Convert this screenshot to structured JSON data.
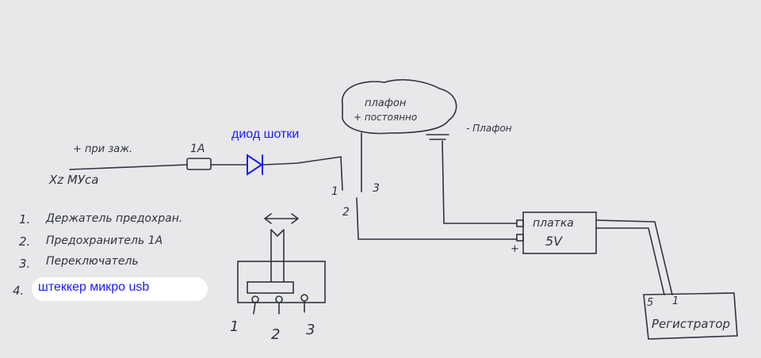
{
  "diagram": {
    "diode_label": "диод шотки",
    "fuse_rating": "1A",
    "plus_ignition": "+ при заж.",
    "source_label": "Xz МУса",
    "lamp_label_line1": "плафон",
    "lamp_label_line2": "+ постоянно",
    "minus_lamp": "- Плафон",
    "board_line1": "платка",
    "board_line2": "5V",
    "board_plus": "+",
    "switch_pins": [
      "1",
      "2",
      "3"
    ],
    "recorder_label": "Регистратор",
    "recorder_pin_left": "5",
    "recorder_pin_right": "1",
    "legend": [
      {
        "num": "1.",
        "text": "Держатель предохран."
      },
      {
        "num": "2.",
        "text": "Предохранитель 1А"
      },
      {
        "num": "3.",
        "text": "Переключатель"
      },
      {
        "num": "4.",
        "text": "штеккер микро usb"
      }
    ],
    "detail_pins": [
      "1",
      "2",
      "3"
    ]
  },
  "colors": {
    "ink": "#2f3340",
    "typed_blue": "#1a1aff",
    "paper": "#e8e8ea"
  }
}
